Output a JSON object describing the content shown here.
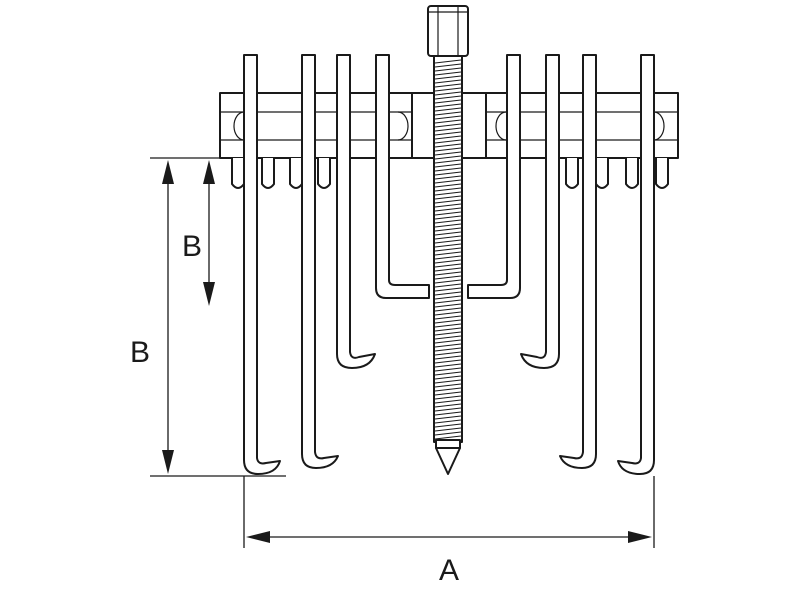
{
  "diagram": {
    "labels": {
      "width_dimension": "A",
      "inner_depth_dimension": "B",
      "outer_depth_dimension": "B"
    },
    "line_color": "#1a1a1a",
    "background": "#ffffff"
  }
}
